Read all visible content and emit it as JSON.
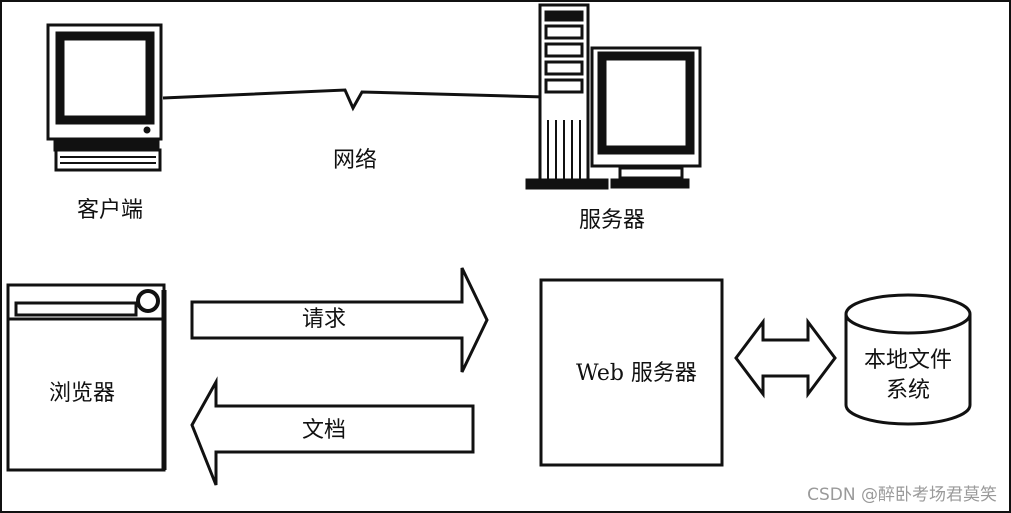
{
  "labels": {
    "client": "客户端",
    "network": "网络",
    "server": "服务器",
    "browser": "浏览器",
    "request": "请求",
    "document": "文档",
    "web_server": "Web 服务器",
    "local_fs_line1": "本地文件",
    "local_fs_line2": "系统"
  },
  "watermark": "CSDN @醉卧考场君莫笑",
  "colors": {
    "ink": "#111111",
    "paper": "#ffffff",
    "watermark": "#9a9a9a"
  }
}
